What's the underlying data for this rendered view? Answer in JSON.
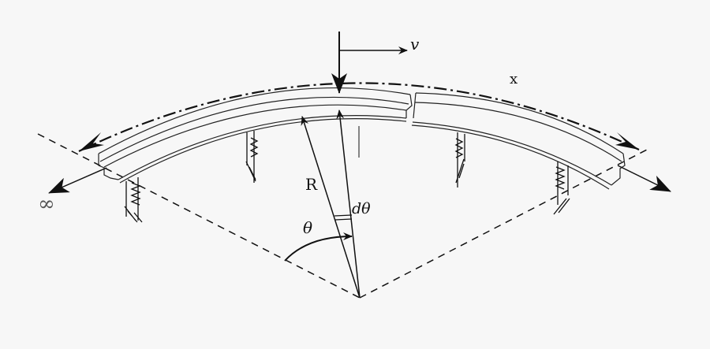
{
  "diagram": {
    "type": "curved-beam-on-elastic-supports",
    "labels": {
      "velocity": "v",
      "arc_coordinate": "x",
      "radius": "R",
      "angle": "θ",
      "differential_angle": "dθ",
      "infinity": "∞"
    },
    "colors": {
      "background": "#f7f7f7",
      "ink": "#111111"
    },
    "elements": [
      "moving-load-arrow",
      "velocity-arrow",
      "dash-dot-arc-coordinate",
      "curved-rail-left-segment",
      "curved-rail-right-segment",
      "spring-supports",
      "dashed-radial-boundaries",
      "radius-lines",
      "angle-arc"
    ]
  }
}
